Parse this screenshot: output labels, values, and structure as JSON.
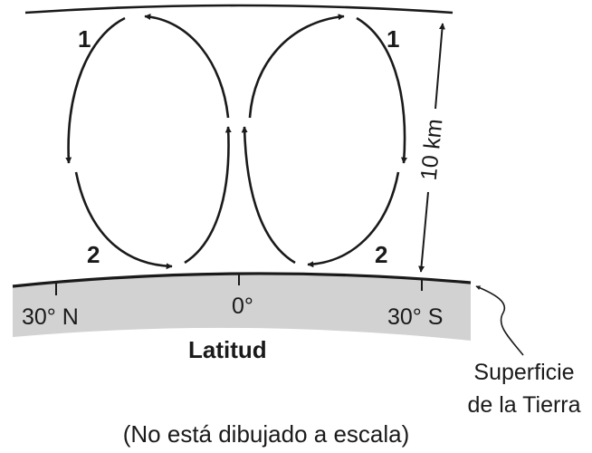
{
  "diagram": {
    "cell_labels": {
      "upper_left": "1",
      "upper_right": "1",
      "lower_left": "2",
      "lower_right": "2"
    },
    "height_label": "10 km",
    "latitude_ticks": [
      "30° N",
      "0°",
      "30° S"
    ],
    "axis_title": "Latitud",
    "surface_callout": {
      "line1": "Superficie",
      "line2": "de la Tierra"
    },
    "note": "(No está dibujado a escala)",
    "colors": {
      "earth_fill": "#d2d2d2",
      "ink": "#1a1a1a",
      "background": "#ffffff"
    }
  }
}
